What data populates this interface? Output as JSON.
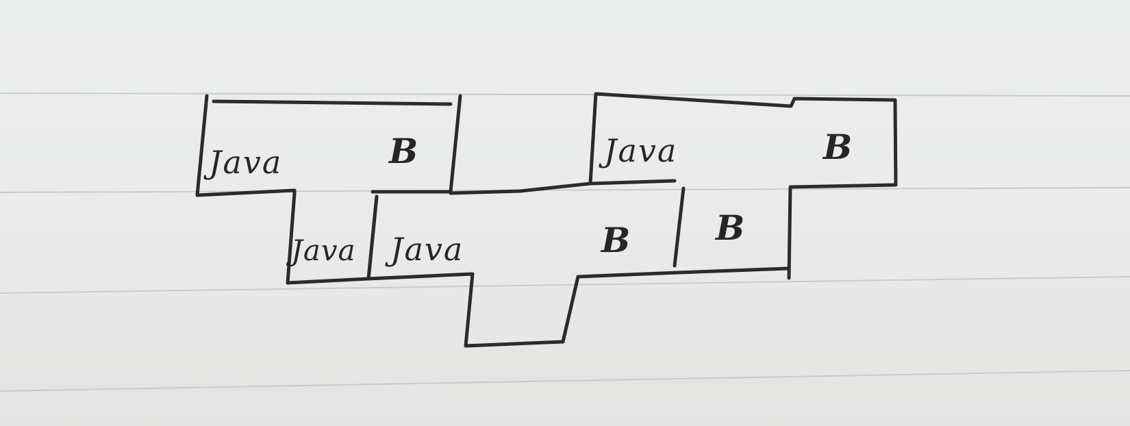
{
  "labels": {
    "java_top_left": "Java",
    "b_top_left": "B",
    "java_top_right": "Java",
    "b_top_right": "B",
    "java_small": "Java",
    "java_middle": "Java",
    "b_middle": "B",
    "b_small": "B"
  }
}
